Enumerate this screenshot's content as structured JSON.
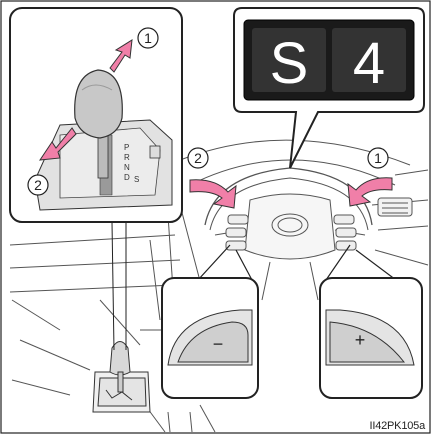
{
  "display": {
    "mode_letter": "S",
    "gear_number": "4"
  },
  "callouts": {
    "upshift": "1",
    "downshift": "2"
  },
  "paddles": {
    "left_symbol": "−",
    "right_symbol": "+"
  },
  "shift_gate": {
    "labels": [
      "P",
      "R",
      "N",
      "D",
      "S"
    ]
  },
  "reference_code": "II42PK105a",
  "colors": {
    "arrow_pink": "#f07fa8",
    "display_bg": "#1a1a1a",
    "display_text": "#ffffff",
    "line": "#333333",
    "panel_fill": "#e8e8e8"
  }
}
